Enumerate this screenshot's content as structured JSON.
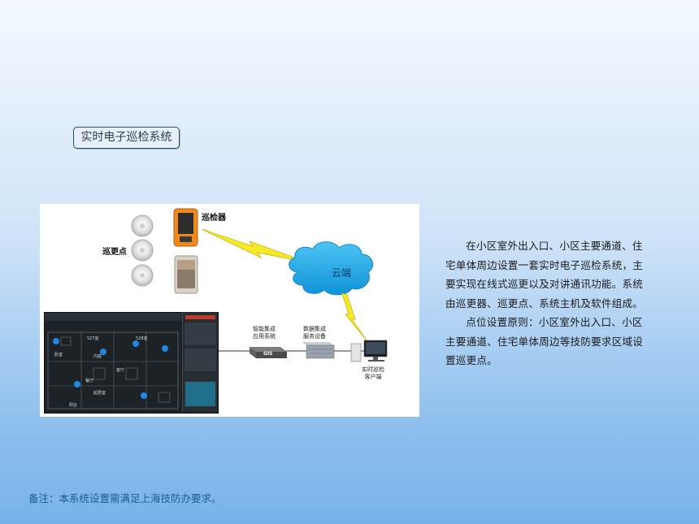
{
  "title": "实时电子巡检系统",
  "diagram": {
    "patrol_device_label": "巡检器",
    "patrol_point_label": "巡更点",
    "cloud_label": "云端",
    "integration_label": [
      "智能集成",
      "应用系统"
    ],
    "gis_label": "GIS",
    "data_service_label": [
      "数据集成",
      "服务设备"
    ],
    "client_label": [
      "实时巡检",
      "客户端"
    ],
    "floorplan": {
      "rooms": [
        "527室",
        "528室",
        "卧室",
        "客厅",
        "餐厅",
        "起居室",
        "阳台",
        "内庭"
      ]
    }
  },
  "body": {
    "paragraphs": [
      "在小区室外出入口、小区主要通道、住宅单体周边设置一套实时电子巡检系统，主要实现在线式巡更以及对讲通讯功能。系统由巡更器、巡更点、系统主机及软件组成。",
      "点位设置原则：小区室外出入口、小区主要通道、住宅单体周边等技防要求区域设置巡更点。"
    ]
  },
  "note": "备注：本系统设置需满足上海技防办要求。",
  "colors": {
    "cloud": "#1da1e2",
    "lightning": "#f5e92a",
    "note_text": "#1f5a96",
    "title_border": "#2b4f6b"
  }
}
